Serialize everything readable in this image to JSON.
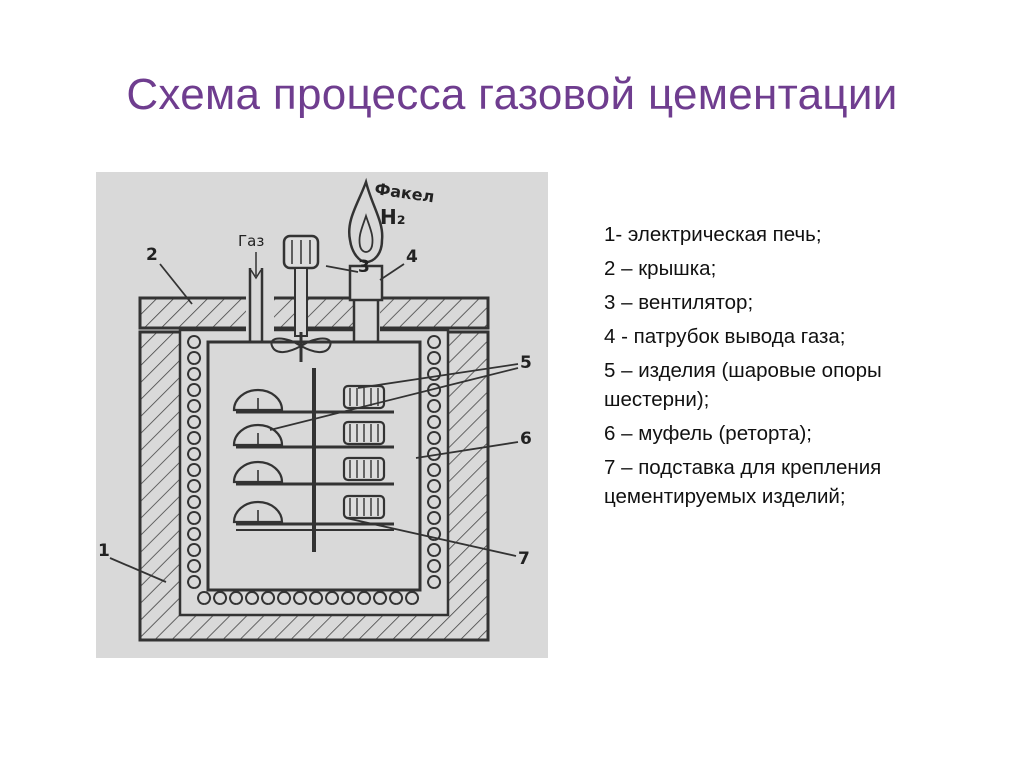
{
  "title": "Схема процесса газовой цементации",
  "colors": {
    "title": "#6f3d8f",
    "ink": "#333333",
    "panel": "#d9d9d9",
    "text": "#111111"
  },
  "diagram": {
    "labels": {
      "torch": "Факел",
      "h2": "H₂",
      "gas": "Газ",
      "n1": "1",
      "n2": "2",
      "n3": "3",
      "n4": "4",
      "n5": "5",
      "n6": "6",
      "n7": "7"
    }
  },
  "legend": [
    "1- электрическая печь;",
    "2 – крышка;",
    "3 – вентилятор;",
    "4 - патрубок вывода газа;",
    "5 – изделия (шаровые опоры шестерни);",
    "6 – муфель (реторта);",
    "7 – подставка для крепления цементируемых изделий;"
  ]
}
